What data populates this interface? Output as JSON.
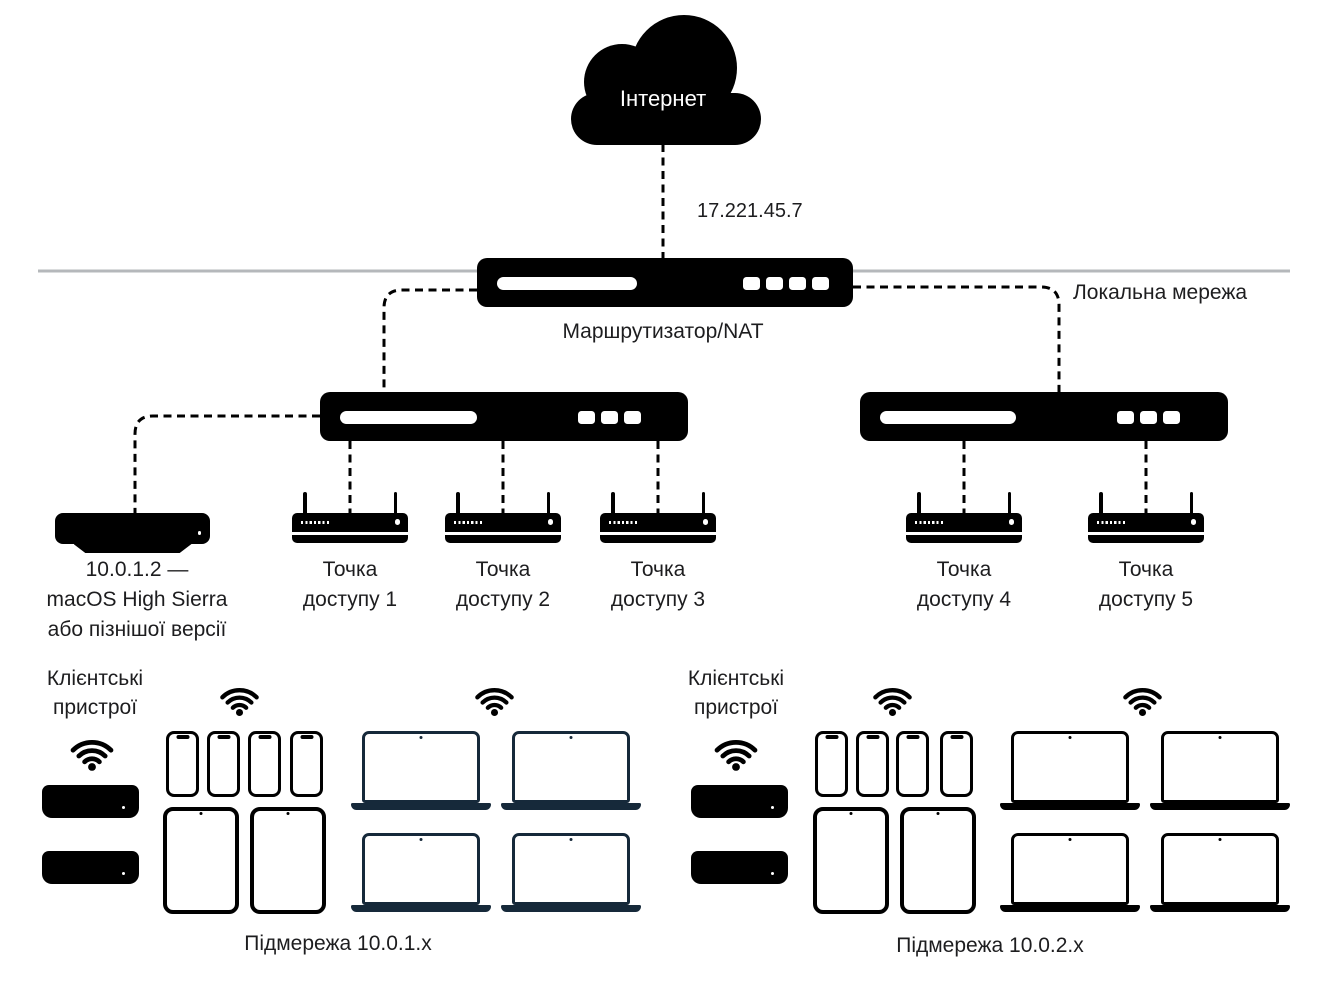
{
  "diagram": {
    "internet": {
      "label": "Інтернет",
      "wan_ip": "17.221.45.7"
    },
    "local_network": {
      "label": "Локальна мережа"
    },
    "router": {
      "label": "Маршрутизатор/NAT"
    },
    "server": {
      "label_line1": "10.0.1.2 —",
      "label_line2": "macOS High Sierra",
      "label_line3": "або пізнішої версії"
    },
    "access_points": [
      {
        "label_line1": "Точка",
        "label_line2": "доступу 1"
      },
      {
        "label_line1": "Точка",
        "label_line2": "доступу 2"
      },
      {
        "label_line1": "Точка",
        "label_line2": "доступу 3"
      },
      {
        "label_line1": "Точка",
        "label_line2": "доступу 4"
      },
      {
        "label_line1": "Точка",
        "label_line2": "доступу 5"
      }
    ],
    "client_groups": [
      {
        "label_line1": "Клієнтські",
        "label_line2": "пристрої",
        "subnet_label": "Підмережа 10.0.1.x"
      },
      {
        "label_line1": "Клієнтські",
        "label_line2": "пристрої",
        "subnet_label": "Підмережа 10.0.2.x"
      }
    ],
    "colors": {
      "device_black": "#000000",
      "laptop_navy": "#16293a",
      "network_line_gray": "#b5b8bb",
      "text": "#1d1d1f"
    }
  }
}
